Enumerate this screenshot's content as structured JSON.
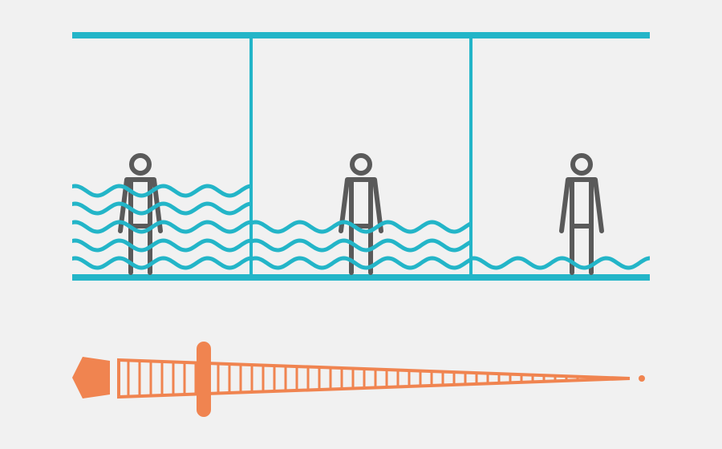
{
  "colors": {
    "background": "#f1f1f1",
    "water": "#23b5c8",
    "figure": "#5a5a5a",
    "gauge": "#f08450"
  },
  "panels": [
    {
      "water_level": "high",
      "wave_rows": 5
    },
    {
      "water_level": "medium",
      "wave_rows": 3
    },
    {
      "water_level": "low",
      "wave_rows": 1
    }
  ],
  "icons": {
    "person": "person-icon",
    "waves": "wave-icon",
    "gauge": "tapered-gauge-icon"
  }
}
